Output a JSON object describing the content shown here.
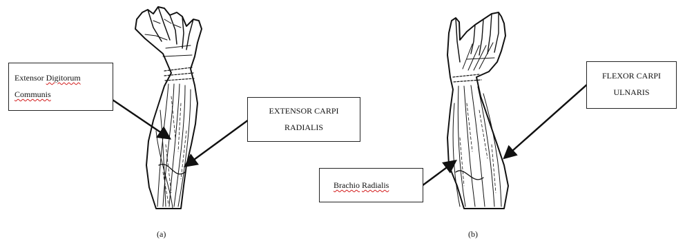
{
  "labels": {
    "extensor_digitorum": {
      "line1_a": "Extensor ",
      "line1_b": "Digitorum",
      "line2": "Communis"
    },
    "extensor_carpi_radialis": {
      "line1": "EXTENSOR CARPI",
      "line2": "RADIALIS"
    },
    "flexor_carpi_ulnaris": {
      "line1": "FLEXOR CARPI",
      "line2": "ULNARIS"
    },
    "brachio_radialis": {
      "word1": "Brachio",
      "word2": " ",
      "word3": "Radialis"
    }
  },
  "captions": {
    "a": "(a)",
    "b": "(b)"
  },
  "colors": {
    "ink": "#111111",
    "background": "#ffffff",
    "spellcheck": "#d21a1a"
  }
}
